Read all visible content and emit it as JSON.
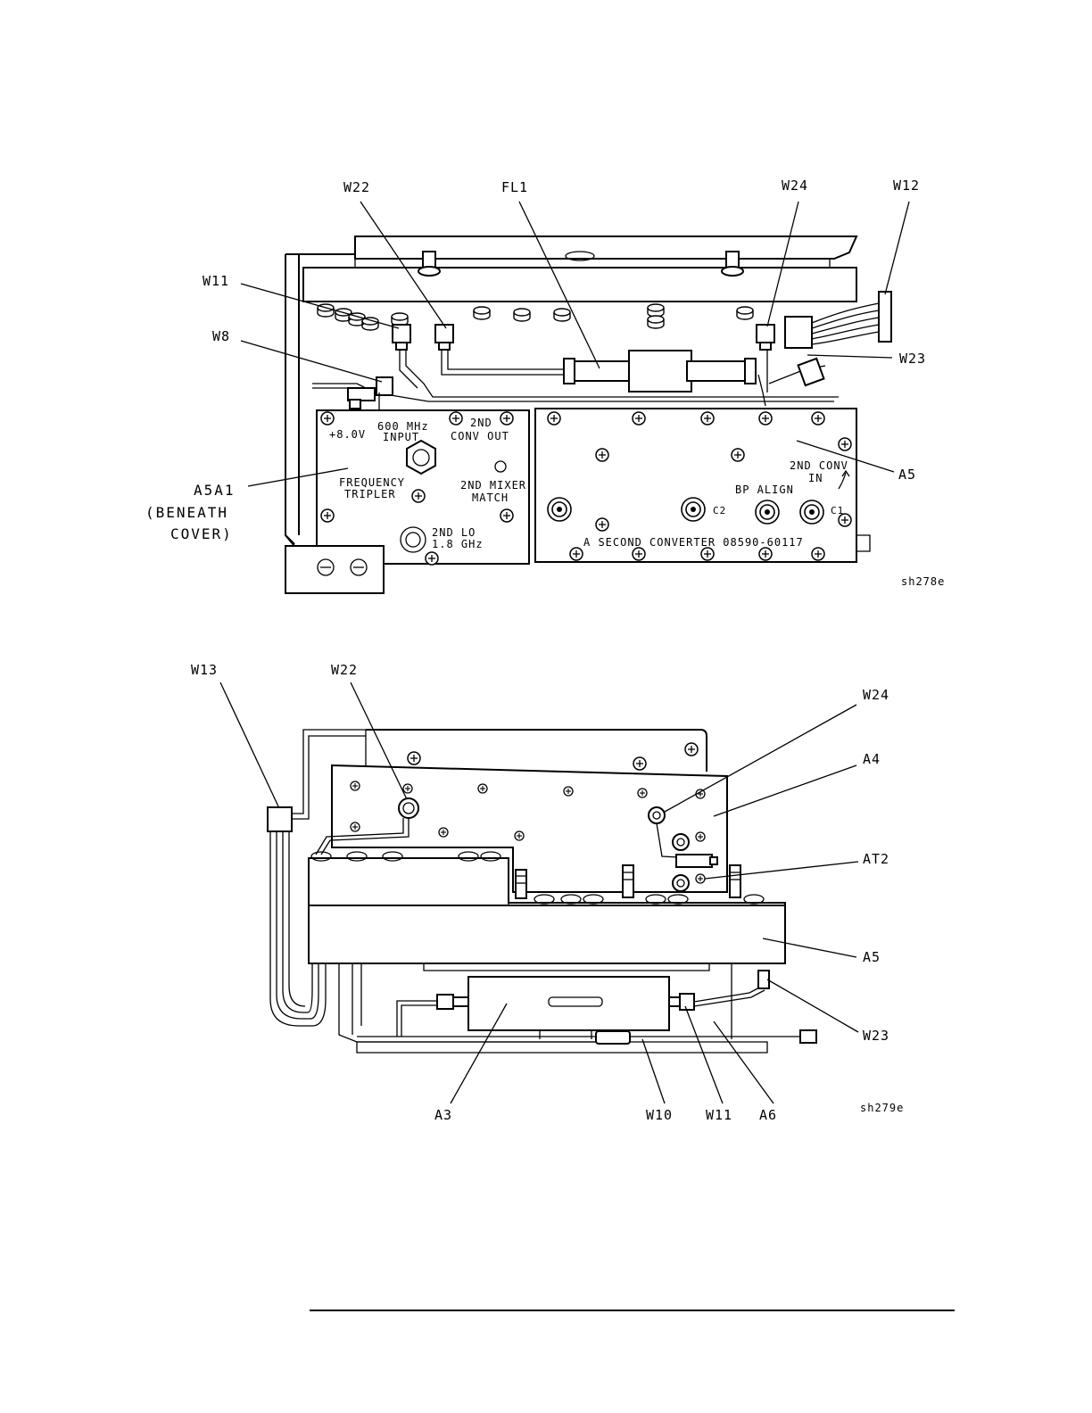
{
  "top_figure": {
    "callouts": {
      "w22": "W22",
      "fl1": "FL1",
      "w24": "W24",
      "w12": "W12",
      "w11": "W11",
      "w8": "W8",
      "w23": "W23",
      "a5": "A5",
      "a5a1": "A5A1",
      "beneath": "(BENEATH",
      "cover": "COVER)"
    },
    "board_labels": {
      "plus8v": "+8.0V",
      "mhz600": "600 MHz",
      "input": "INPUT",
      "second_top": "2ND",
      "conv_out": "CONV OUT",
      "frequency": "FREQUENCY",
      "tripler": "TRIPLER",
      "second_mixer": "2ND MIXER",
      "match": "MATCH",
      "second_lo": "2ND LO",
      "ghz18": "1.8 GHz",
      "second_conv": "2ND CONV",
      "in": "IN",
      "bp_align": "BP ALIGN",
      "c2": "C2",
      "c1": "C1",
      "assembly_name": "A  SECOND CONVERTER 08590-60117"
    },
    "figure_id": "sh278e"
  },
  "bottom_figure": {
    "callouts": {
      "w13": "W13",
      "w22": "W22",
      "w24": "W24",
      "a4": "A4",
      "at2": "AT2",
      "a5": "A5",
      "w23": "W23",
      "a3": "A3",
      "w10": "W10",
      "w11": "W11",
      "a6": "A6"
    },
    "figure_id": "sh279e"
  }
}
